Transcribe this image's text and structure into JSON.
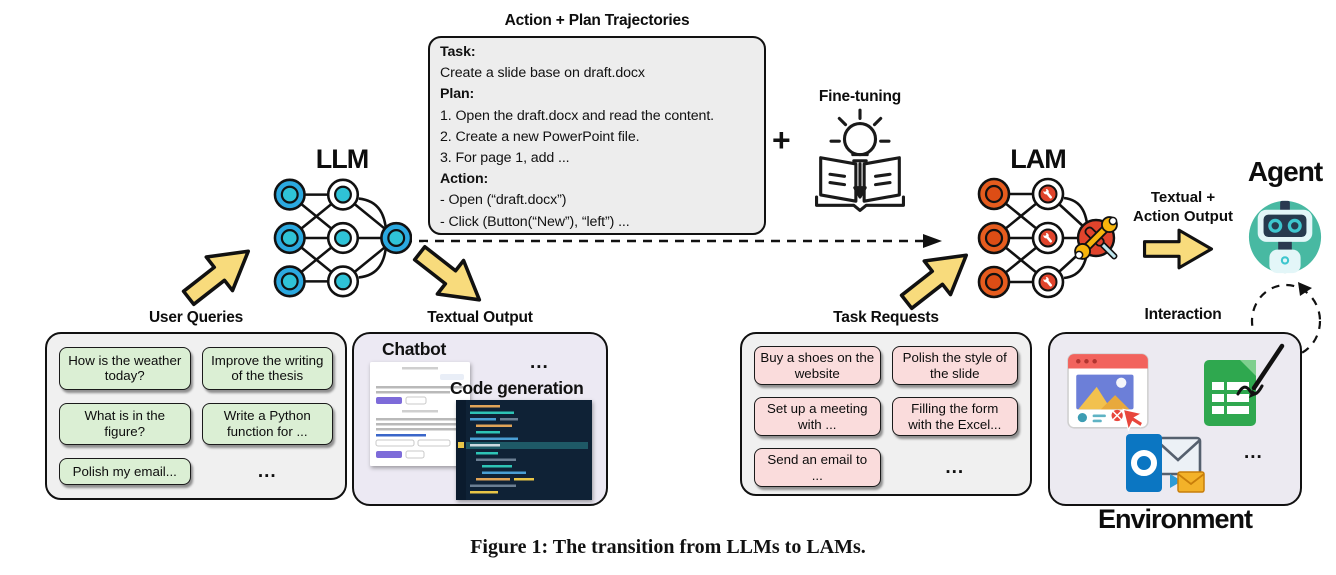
{
  "caption": "Figure 1: The transition from LLMs to LAMs.",
  "trajectory": {
    "title": "Action + Plan Trajectories",
    "lines": [
      "Task:",
      "Create a slide base on draft.docx",
      "Plan:",
      "1. Open the draft.docx and read the content.",
      "2. Create a new PowerPoint file.",
      "3. For page 1, add ...",
      "Action:",
      "- Open (“draft.docx”)",
      "- Click (Button(“New”), “left”) ..."
    ]
  },
  "finetune": {
    "plus": "+",
    "label": "Fine-tuning"
  },
  "llm": {
    "label": "LLM"
  },
  "lam": {
    "label": "LAM"
  },
  "agent": {
    "label": "Agent"
  },
  "output_arrow": {
    "line1": "Textual +",
    "line2": "Action Output"
  },
  "interaction": {
    "label": "Interaction"
  },
  "user_queries": {
    "title": "User Queries",
    "items": [
      "How is the weather today?",
      "Improve the writing of the thesis",
      "What is in the figure?",
      "Write a Python function for ...",
      "Polish my email...",
      "..."
    ]
  },
  "textual_output": {
    "title": "Textual Output",
    "chatbot_label": "Chatbot",
    "dots": "...",
    "code_label": "Code generation"
  },
  "task_requests": {
    "title": "Task Requests",
    "items": [
      "Buy a shoes on the website",
      "Polish the style of the slide",
      "Set up a meeting with ...",
      "Filling the form with the Excel...",
      "Send an email to ...",
      "..."
    ]
  },
  "environment": {
    "title": "Environment",
    "dots": "..."
  },
  "colors": {
    "arrow_yellow": "#F8DB7C",
    "box_gray": "#F0F0F0",
    "box_lavender": "#ECE9F3",
    "bubble_green": "#DBEFD4",
    "bubble_pink": "#FADCDC",
    "llm_blue": "#2BA9E0",
    "llm_teal": "#2FC3D7",
    "lam_orange": "#E65C1E",
    "lam_red": "#E0442C",
    "robot_teal": "#48B9A2",
    "code_bg": "#0F2236"
  }
}
